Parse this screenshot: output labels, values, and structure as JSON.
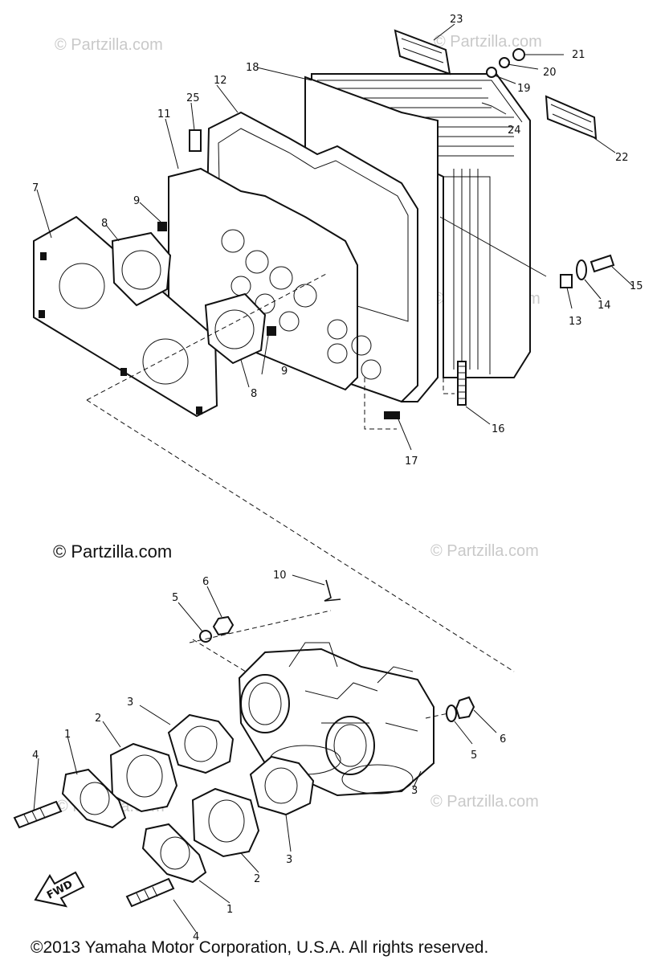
{
  "watermarks": {
    "main": "© Partzilla.com",
    "faint": "© Partzilla.com"
  },
  "footer": {
    "copyright": "©2013 Yamaha Motor Corporation, U.S.A. All rights reserved."
  },
  "callouts": {
    "c1a": "1",
    "c1b": "1",
    "c2a": "2",
    "c2b": "2",
    "c3a": "3",
    "c3b": "3",
    "c3c": "3",
    "c4a": "4",
    "c4b": "4",
    "c5a": "5",
    "c5b": "5",
    "c6a": "6",
    "c6b": "6",
    "c7": "7",
    "c8a": "8",
    "c8b": "8",
    "c9a": "9",
    "c9b": "9",
    "c10": "10",
    "c11": "11",
    "c12": "12",
    "c13": "13",
    "c14": "14",
    "c15": "15",
    "c16": "16",
    "c17": "17",
    "c18": "18",
    "c19": "19",
    "c20": "20",
    "c21": "21",
    "c22": "22",
    "c23": "23",
    "c24": "24",
    "c25": "25"
  },
  "fwd_label": "FWD",
  "colors": {
    "ink": "#111111",
    "watermark": "#c9c9c9",
    "background": "#ffffff"
  }
}
